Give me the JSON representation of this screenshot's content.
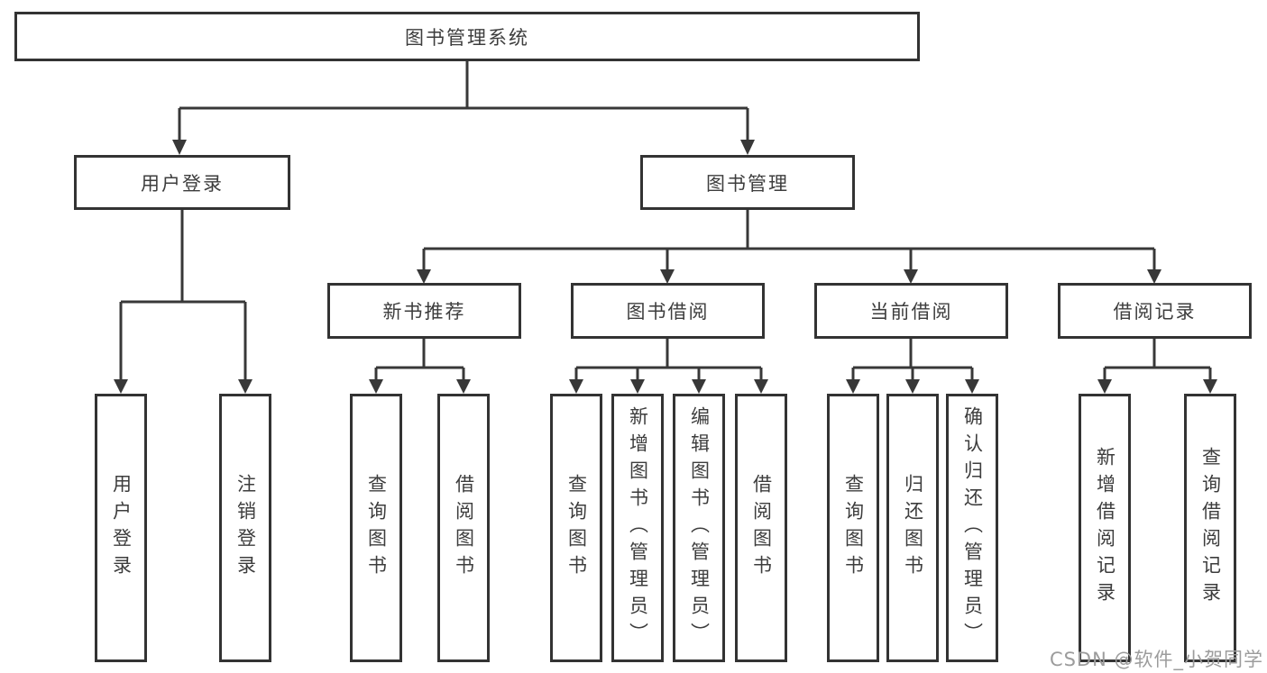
{
  "tree": {
    "label": "图书管理系统",
    "children": [
      {
        "label": "用户登录",
        "children": [
          {
            "label": "用户登录"
          },
          {
            "label": "注销登录"
          }
        ]
      },
      {
        "label": "图书管理",
        "children": [
          {
            "label": "新书推荐",
            "children": [
              {
                "label": "查询图书"
              },
              {
                "label": "借阅图书"
              }
            ]
          },
          {
            "label": "图书借阅",
            "children": [
              {
                "label": "查询图书"
              },
              {
                "label": "新增图书（管理员）"
              },
              {
                "label": "编辑图书（管理员）"
              },
              {
                "label": "借阅图书"
              }
            ]
          },
          {
            "label": "当前借阅",
            "children": [
              {
                "label": "查询图书"
              },
              {
                "label": "归还图书"
              },
              {
                "label": "确认归还（管理员）"
              }
            ]
          },
          {
            "label": "借阅记录",
            "children": [
              {
                "label": "新增借阅记录"
              },
              {
                "label": "查询借阅记录"
              }
            ]
          }
        ]
      }
    ]
  },
  "watermark": {
    "text": "CSDN @软件_小贺同学"
  },
  "colors": {
    "line": "#383838",
    "box_border": "#333333",
    "text": "#3d3d3d",
    "watermark": "#9c9c9c"
  }
}
